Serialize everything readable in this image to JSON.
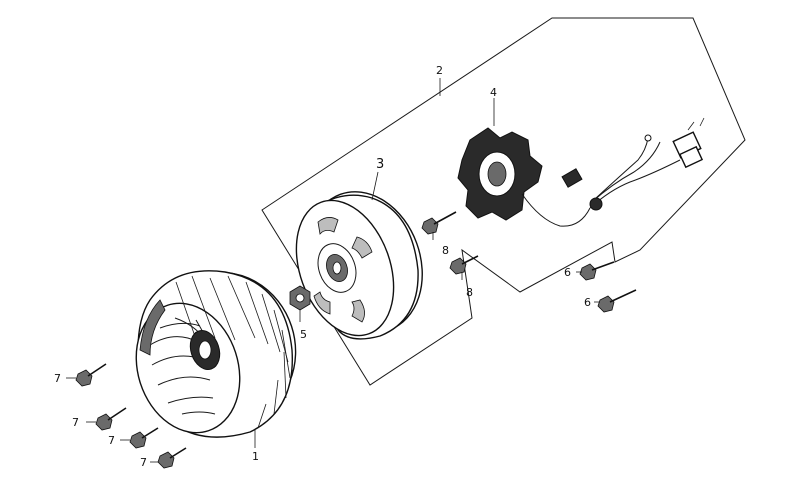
{
  "callouts": {
    "c1": "1",
    "c2": "2",
    "c3": "3",
    "c4": "4",
    "c5": "5",
    "c6a": "6",
    "c6b": "6",
    "c7a": "7",
    "c7b": "7",
    "c7c": "7",
    "c7d": "7",
    "c8a": "8",
    "c8b": "8"
  }
}
